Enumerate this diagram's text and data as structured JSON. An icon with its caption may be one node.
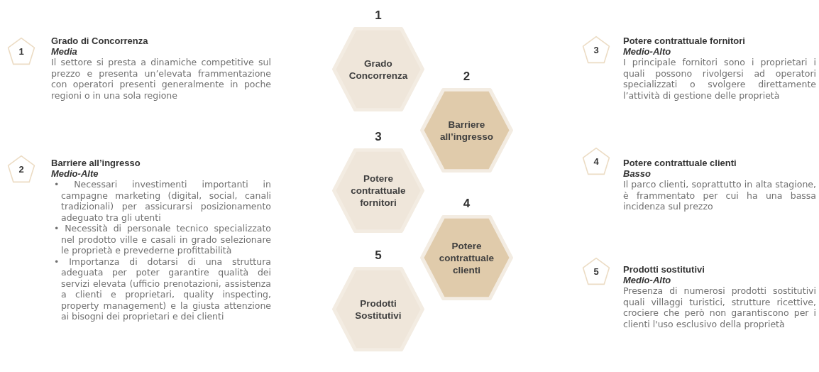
{
  "diagram": {
    "nodes": [
      {
        "text": [
          "1"
        ],
        "beside": [
          "Grado di Concorrenza",
          "Media",
          "Il settore si presta a dinamiche competitive sul prezzo e presenta un’elevata frammentazione con operatori presenti generalmente in poche regioni o in una sola regione"
        ]
      },
      {
        "text": [
          "2"
        ],
        "beside": [
          "Barriere all’ingresso",
          "Medio-Alte",
          "• Necessari investimenti importanti in campagne marketing (digital, social, canali tradizionali) per assicurarsi posizionamento adeguato tra gli utenti",
          "• Necessità di personale tecnico specializzato nel prodotto ville e casali in grado selezionare le proprietà e prevederne profittabilità",
          "• Importanza di dotarsi di una struttura adeguata per poter garantire qualità dei servizi elevata (ufficio prenotazioni, assistenza a clienti e proprietari, quality inspecting, property management) e la giusta attenzione ai bisogni dei proprietari e dei clienti"
        ]
      },
      {
        "text": [
          "Grado Concorrenza"
        ],
        "beside": [
          "1"
        ]
      },
      {
        "text": [
          "Barriere all’ingresso"
        ],
        "beside": [
          "2"
        ]
      },
      {
        "text": [
          "Potere contrattuale fornitori"
        ],
        "beside": [
          "3"
        ]
      },
      {
        "text": [
          "Potere contrattuale clienti"
        ],
        "beside": [
          "4"
        ]
      },
      {
        "text": [
          "Prodotti Sostitutivi"
        ],
        "beside": [
          "5"
        ]
      },
      {
        "text": [
          "3"
        ],
        "beside": [
          "Potere contrattuale fornitori",
          "Medio-Alto",
          "I principale fornitori sono i proprietari i quali possono rivolgersi ad operatori specializzati o svolgere direttamente l’attività di gestione delle proprietà"
        ]
      },
      {
        "text": [
          "4"
        ],
        "beside": [
          "Potere contrattuale clienti",
          "Basso",
          "Il parco clienti, soprattutto in alta stagione, è frammentato per cui ha una bassa incidenza sul prezzo"
        ]
      },
      {
        "text": [
          "5"
        ],
        "beside": [
          "Prodotti sostitutivi",
          "Medio-Alto",
          "Presenza di numerosi prodotti sostitutivi quali villaggi turistici, strutture ricettive, crociere che però non garantiscono per i clienti l'uso esclusivo della proprietà"
        ]
      }
    ]
  }
}
